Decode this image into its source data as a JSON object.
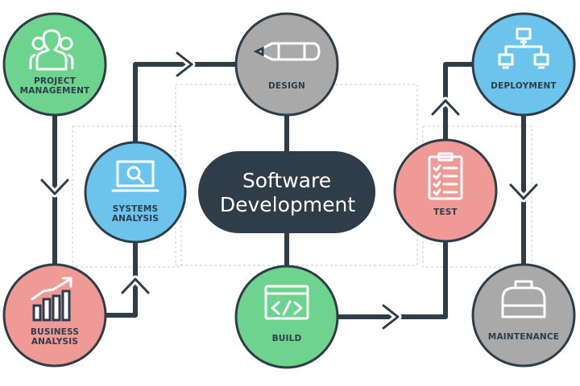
{
  "center": {
    "line1": "Software",
    "line2": "Development"
  },
  "nodes": [
    {
      "id": "project-management",
      "lines": [
        "PROJECT",
        "MANAGEMENT"
      ],
      "color": "#6ed38e",
      "icon": "people-icon"
    },
    {
      "id": "systems-analysis",
      "lines": [
        "SYSTEMS",
        "ANALYSIS"
      ],
      "color": "#6cc4ec",
      "icon": "laptop-search-icon"
    },
    {
      "id": "business-analysis",
      "lines": [
        "BUSINESS",
        "ANALYSIS"
      ],
      "color": "#ef9a96",
      "icon": "bar-chart-icon"
    },
    {
      "id": "design",
      "lines": [
        "DESIGN"
      ],
      "color": "#a9a9a9",
      "icon": "pencil-icon"
    },
    {
      "id": "build",
      "lines": [
        "BUILD"
      ],
      "color": "#6ed38e",
      "icon": "code-window-icon"
    },
    {
      "id": "test",
      "lines": [
        "TEST"
      ],
      "color": "#ef9a96",
      "icon": "checklist-icon"
    },
    {
      "id": "deployment",
      "lines": [
        "DEPLOYMENT"
      ],
      "color": "#6cc4ec",
      "icon": "network-icon"
    },
    {
      "id": "maintenance",
      "lines": [
        "MAINTENANCE"
      ],
      "color": "#a9a9a9",
      "icon": "toolbox-icon"
    }
  ],
  "colors": {
    "connector": "#2f3d48",
    "center_fill": "#2f3d48",
    "dashed": "#c8c8c8"
  }
}
